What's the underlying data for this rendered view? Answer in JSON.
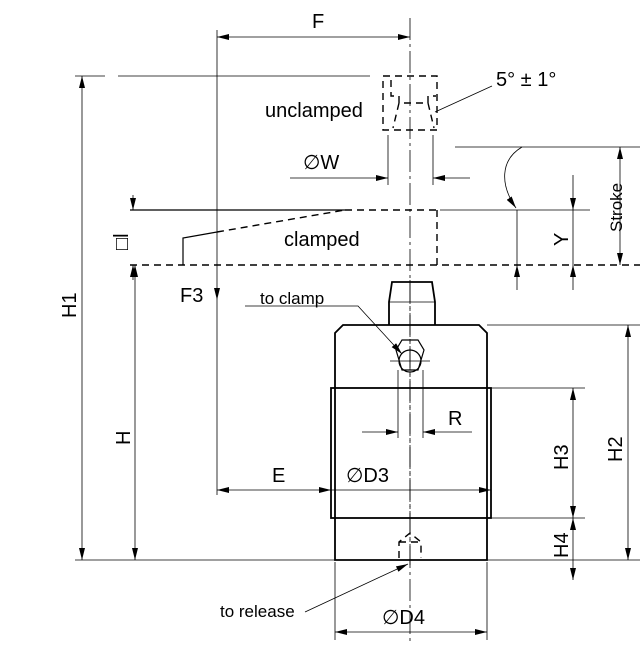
{
  "labels": {
    "F": "F",
    "slope": "5° ± 1°",
    "unclamped": "unclamped",
    "W": "∅W",
    "stroke": "Stroke",
    "clamped": "clamped",
    "square_l": "□l",
    "Y": "Y",
    "H1": "H1",
    "F3": "F3",
    "to_clamp": "to clamp",
    "H": "H",
    "R": "R",
    "H3": "H3",
    "H2": "H2",
    "E": "E",
    "D3": "∅D3",
    "H4": "H4",
    "to_release": "to release",
    "D4": "∅D4"
  }
}
